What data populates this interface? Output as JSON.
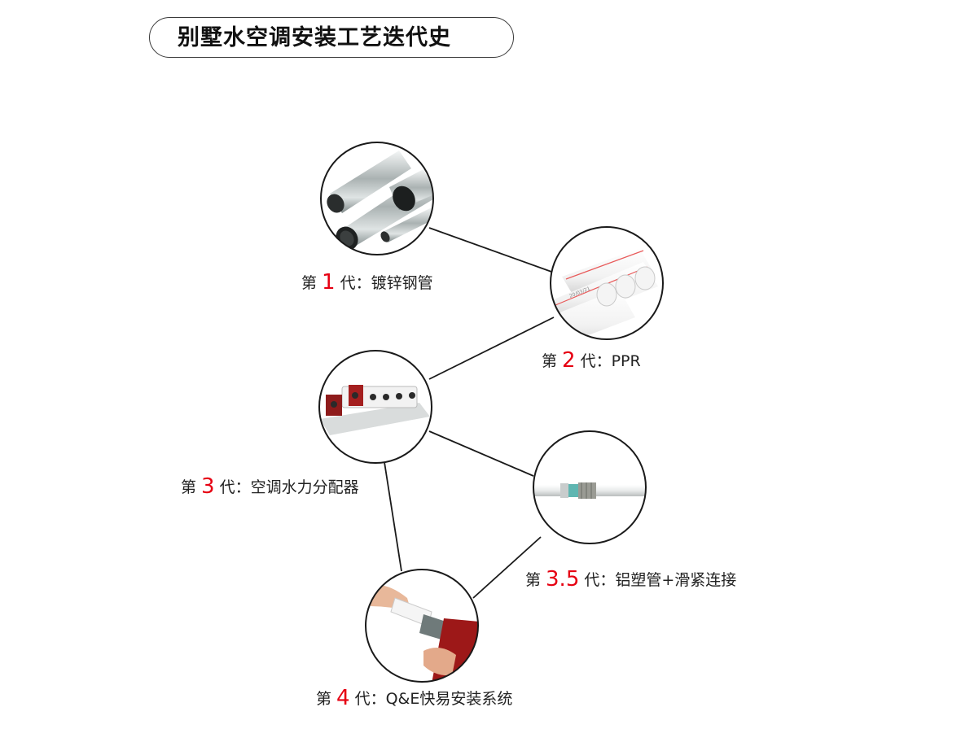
{
  "title": "别墅水空调安装工艺迭代史",
  "colors": {
    "accent_red": "#e60012",
    "line": "#1a1a1a",
    "text": "#222222"
  },
  "generations": [
    {
      "prefix": "第",
      "num": "1",
      "suffix": "代：镀锌钢管",
      "image": "galvanized-steel-pipes"
    },
    {
      "prefix": "第",
      "num": "2",
      "suffix": "代：PPR",
      "image": "ppr-pipes"
    },
    {
      "prefix": "第",
      "num": "3",
      "suffix": "代：空调水力分配器",
      "image": "hydraulic-distributor"
    },
    {
      "prefix": "第",
      "num": "3.5",
      "suffix": "代：铝塑管+滑紧连接",
      "image": "aluminum-plastic-pipe-fitting"
    },
    {
      "prefix": "第",
      "num": "4",
      "suffix": "代：Q&E快易安装系统",
      "image": "qe-quick-install-tool"
    }
  ],
  "pipe_print": {
    "ppr_text": "20/03/21"
  }
}
